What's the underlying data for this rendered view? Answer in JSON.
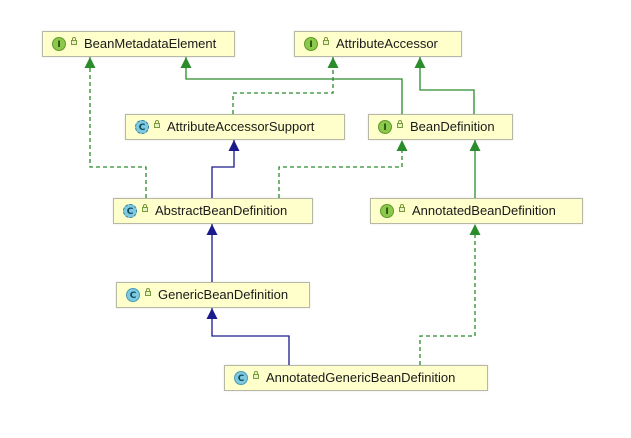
{
  "diagram": {
    "nodes": [
      {
        "id": "bean-metadata-element",
        "label": "BeanMetadataElement",
        "kind": "interface",
        "badge": "I"
      },
      {
        "id": "attribute-accessor",
        "label": "AttributeAccessor",
        "kind": "interface",
        "badge": "I"
      },
      {
        "id": "attribute-accessor-support",
        "label": "AttributeAccessorSupport",
        "kind": "abstract",
        "badge": "C"
      },
      {
        "id": "bean-definition",
        "label": "BeanDefinition",
        "kind": "interface",
        "badge": "I"
      },
      {
        "id": "abstract-bean-definition",
        "label": "AbstractBeanDefinition",
        "kind": "abstract",
        "badge": "C"
      },
      {
        "id": "annotated-bean-definition",
        "label": "AnnotatedBeanDefinition",
        "kind": "interface",
        "badge": "I"
      },
      {
        "id": "generic-bean-definition",
        "label": "GenericBeanDefinition",
        "kind": "class",
        "badge": "C"
      },
      {
        "id": "annotated-generic-bean-definition",
        "label": "AnnotatedGenericBeanDefinition",
        "kind": "class",
        "badge": "C"
      }
    ],
    "edges": [
      {
        "from": "attribute-accessor-support",
        "to": "attribute-accessor",
        "relation": "implements"
      },
      {
        "from": "bean-definition",
        "to": "bean-metadata-element",
        "relation": "extends-interface"
      },
      {
        "from": "bean-definition",
        "to": "attribute-accessor",
        "relation": "extends-interface"
      },
      {
        "from": "abstract-bean-definition",
        "to": "bean-metadata-element",
        "relation": "implements"
      },
      {
        "from": "abstract-bean-definition",
        "to": "attribute-accessor-support",
        "relation": "extends"
      },
      {
        "from": "abstract-bean-definition",
        "to": "bean-definition",
        "relation": "implements"
      },
      {
        "from": "annotated-bean-definition",
        "to": "bean-definition",
        "relation": "extends-interface"
      },
      {
        "from": "generic-bean-definition",
        "to": "abstract-bean-definition",
        "relation": "extends"
      },
      {
        "from": "annotated-generic-bean-definition",
        "to": "generic-bean-definition",
        "relation": "extends"
      },
      {
        "from": "annotated-generic-bean-definition",
        "to": "annotated-bean-definition",
        "relation": "implements"
      }
    ],
    "colors": {
      "node_fill": "#ffffcc",
      "node_border": "#b7b7a6",
      "extends_interface": "#2a8c2a",
      "implements": "#2a8c2a",
      "extends": "#1a1a8c"
    }
  }
}
